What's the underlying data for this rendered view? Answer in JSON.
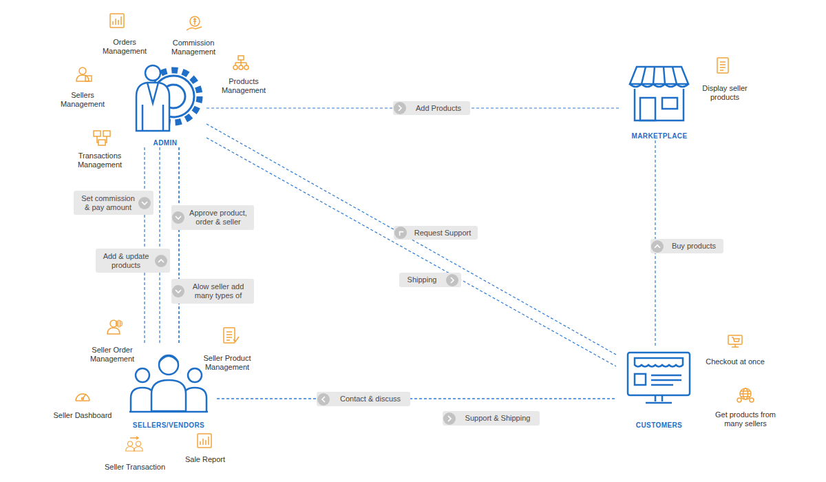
{
  "diagram": {
    "nodes": [
      {
        "text": [
          "ADMIN"
        ]
      },
      {
        "text": [
          "MARKETPLACE"
        ]
      },
      {
        "text": [
          "SELLERS/VENDORS"
        ]
      },
      {
        "text": [
          "CUSTOMERS"
        ]
      }
    ],
    "edges": [
      {
        "from": 0,
        "to": 1,
        "label": "Add Products",
        "arrow": "none"
      },
      {
        "from": 0,
        "to": 2,
        "label": "Set commission & pay amount",
        "arrow": "none"
      },
      {
        "from": 0,
        "to": 2,
        "label": "Add & update products",
        "arrow": "none"
      },
      {
        "from": 0,
        "to": 2,
        "label": "Approve product, order & seller",
        "arrow": "none"
      },
      {
        "from": 0,
        "to": 2,
        "label": "Alow seller add many types of",
        "arrow": "none"
      },
      {
        "from": 0,
        "to": 3,
        "label": "Request Support",
        "arrow": "none"
      },
      {
        "from": 0,
        "to": 3,
        "label": "Shipping",
        "arrow": "none"
      },
      {
        "from": 1,
        "to": 3,
        "label": "Buy products",
        "arrow": "none"
      },
      {
        "from": 2,
        "to": 3,
        "label": "Contact & discuss",
        "arrow": "none"
      },
      {
        "from": 2,
        "to": 3,
        "label": "Support & Shipping",
        "arrow": "none"
      }
    ],
    "labels": [
      "Orders Management",
      "Commission Management",
      "Products Management",
      "Sellers Management",
      "Transactions Management",
      "Display seller products",
      "Checkout at once",
      "Get products from many sellers",
      "Seller Order Management",
      "Seller Product Management",
      "Seller Dashboard",
      "Seller Transaction",
      "Sale Report"
    ]
  }
}
